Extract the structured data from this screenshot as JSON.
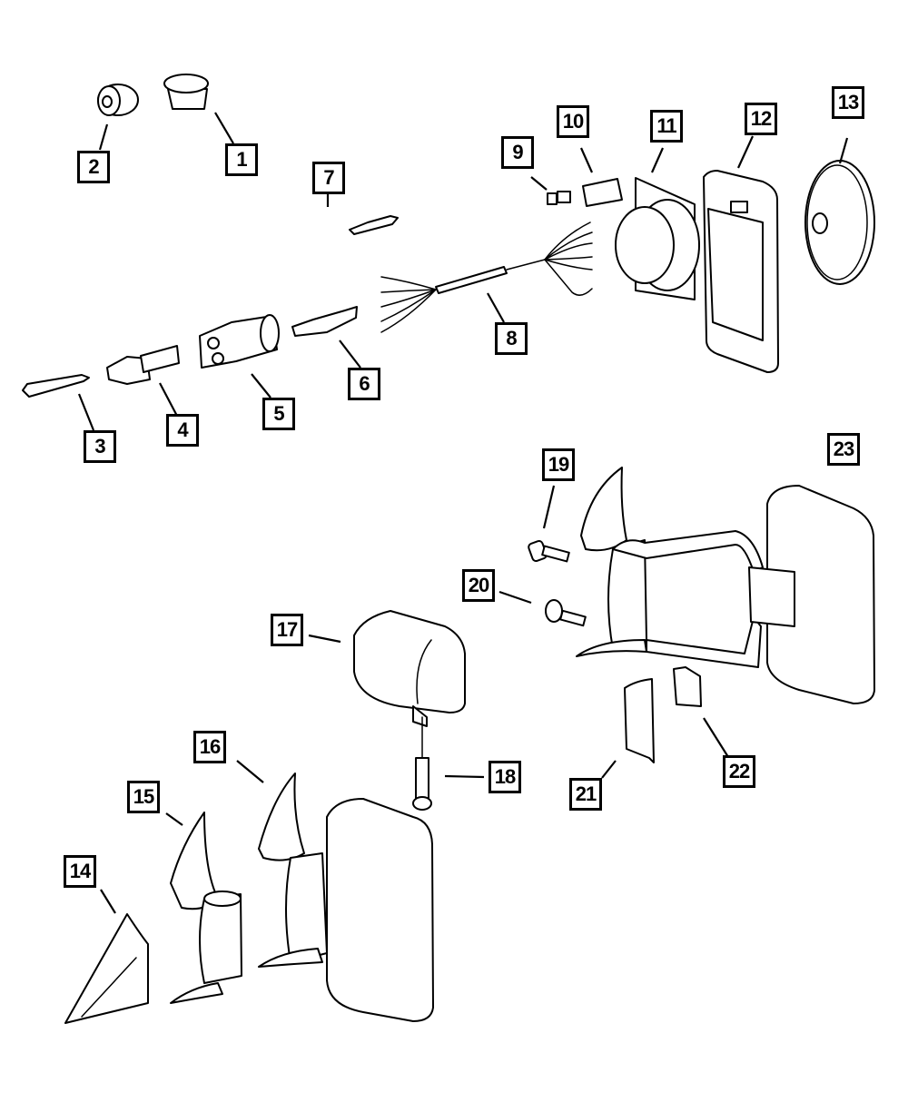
{
  "diagram": {
    "title": "Exploded view - exterior mirror assembly and wiring",
    "callouts": [
      {
        "id": "1",
        "label": "1",
        "part": "plug cap"
      },
      {
        "id": "2",
        "label": "2",
        "part": "grommet"
      },
      {
        "id": "3",
        "label": "3",
        "part": "terminal"
      },
      {
        "id": "4",
        "label": "4",
        "part": "connector housing"
      },
      {
        "id": "5",
        "label": "5",
        "part": "connector body"
      },
      {
        "id": "6",
        "label": "6",
        "part": "terminal"
      },
      {
        "id": "7",
        "label": "7",
        "part": "terminal"
      },
      {
        "id": "8",
        "label": "8",
        "part": "wiring harness"
      },
      {
        "id": "9",
        "label": "9",
        "part": "clip"
      },
      {
        "id": "10",
        "label": "10",
        "part": "connector block"
      },
      {
        "id": "11",
        "label": "11",
        "part": "mirror motor"
      },
      {
        "id": "12",
        "label": "12",
        "part": "mirror glass"
      },
      {
        "id": "13",
        "label": "13",
        "part": "convex mirror"
      },
      {
        "id": "14",
        "label": "14",
        "part": "cover"
      },
      {
        "id": "15",
        "label": "15",
        "part": "mirror bracket"
      },
      {
        "id": "16",
        "label": "16",
        "part": "mirror assembly"
      },
      {
        "id": "17",
        "label": "17",
        "part": "lamp housing"
      },
      {
        "id": "18",
        "label": "18",
        "part": "screw"
      },
      {
        "id": "19",
        "label": "19",
        "part": "bolt"
      },
      {
        "id": "20",
        "label": "20",
        "part": "screw"
      },
      {
        "id": "21",
        "label": "21",
        "part": "cover"
      },
      {
        "id": "22",
        "label": "22",
        "part": "clip"
      },
      {
        "id": "23",
        "label": "23",
        "part": "mirror assembly"
      }
    ]
  }
}
